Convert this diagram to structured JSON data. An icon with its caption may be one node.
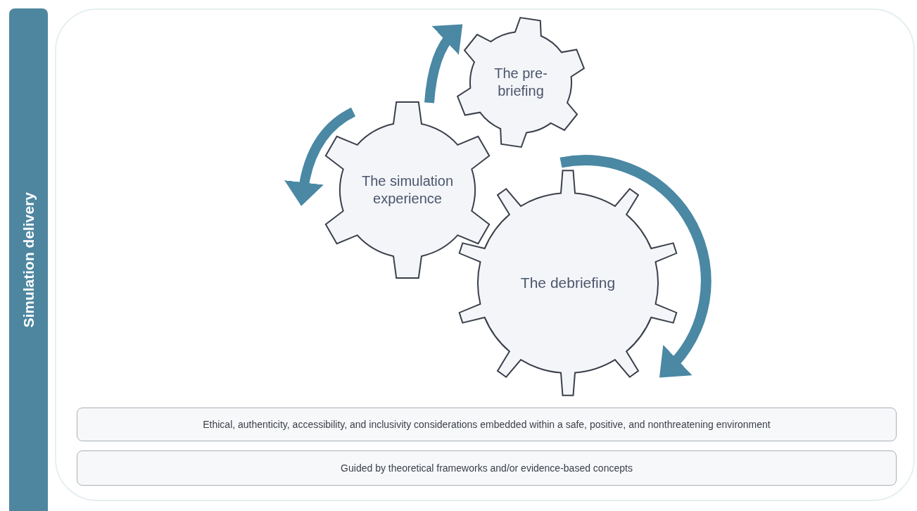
{
  "diagram": {
    "nodes": [
      {
        "text": [
          "Simulation delivery"
        ]
      },
      {
        "text": [],
        "shape": "box"
      },
      {
        "text": [
          "The pre-briefing"
        ],
        "in": 1
      },
      {
        "text": [
          "The simulation experience"
        ],
        "in": 1
      },
      {
        "text": [
          "The debriefing"
        ],
        "in": 1
      },
      {
        "text": [
          "Ethical, authenticity, accessibility, and inclusivity considerations embedded within a safe, positive, and nonthreatening environment"
        ],
        "in": 1
      },
      {
        "text": [
          "Guided by theoretical frameworks and/or evidence-based concepts"
        ],
        "in": 1
      }
    ]
  }
}
